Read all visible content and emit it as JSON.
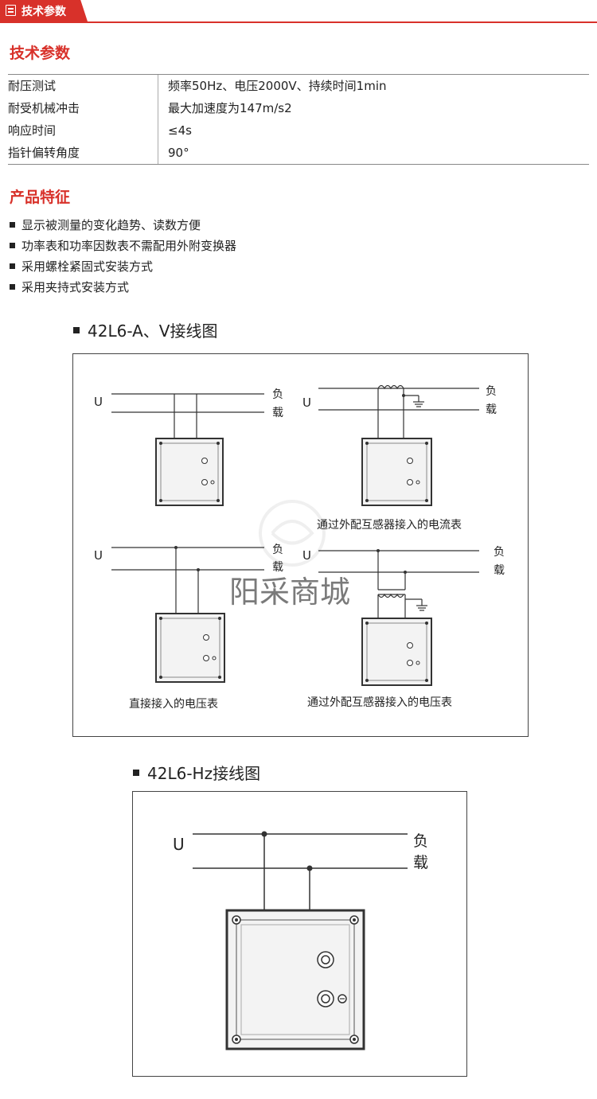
{
  "header": {
    "tab_label": "技术参数"
  },
  "tech": {
    "title": "技术参数",
    "rows": [
      {
        "key": "耐压测试",
        "value": "频率50Hz、电压2000V、持续时间1min"
      },
      {
        "key": "耐受机械冲击",
        "value": "最大加速度为147m/s2"
      },
      {
        "key": "响应时间",
        "value": "≤4s"
      },
      {
        "key": "指针偏转角度",
        "value": "90°"
      }
    ]
  },
  "features": {
    "title": "产品特征",
    "items": [
      "显示被测量的变化趋势、读数方便",
      "功率表和功率因数表不需配用外附变换器",
      "采用螺栓紧固式安装方式",
      "采用夹持式安装方式"
    ]
  },
  "diagram1": {
    "title": "42L6-A、V接线图",
    "source_label": "U",
    "load_top": "负",
    "load_bottom": "载",
    "captions": {
      "ct_ammeter": "通过外配互感器接入的电流表",
      "direct_voltmeter": "直接接入的电压表",
      "pt_voltmeter": "通过外配互感器接入的电压表"
    }
  },
  "diagram2": {
    "title": "42L6-Hz接线图",
    "source_label": "U",
    "load_top": "负",
    "load_bottom": "载"
  },
  "watermark": {
    "text": "阳采商城"
  }
}
